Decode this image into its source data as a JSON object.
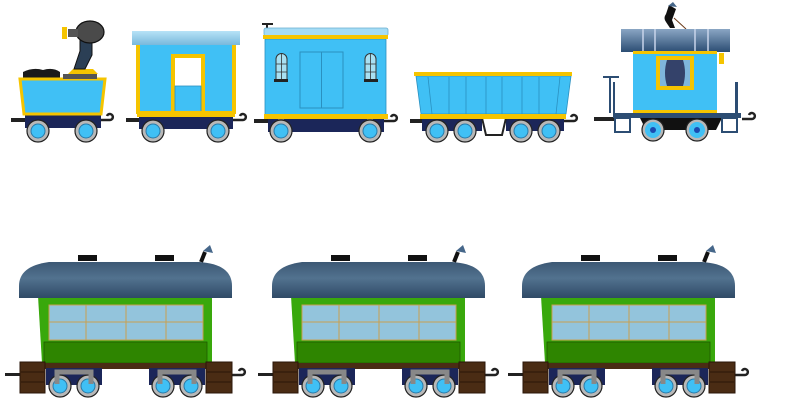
{
  "sprites": [
    {
      "id": "coal-tender-crane",
      "icon": "coal-crane-car-icon"
    },
    {
      "id": "open-door-boxcar",
      "icon": "boxcar-icon"
    },
    {
      "id": "windowed-boxcar",
      "icon": "boxcar-windows-icon"
    },
    {
      "id": "hopper-car",
      "icon": "hopper-car-icon"
    },
    {
      "id": "caboose",
      "icon": "caboose-icon"
    },
    {
      "id": "passenger-car-1",
      "icon": "passenger-car-icon"
    },
    {
      "id": "passenger-car-2",
      "icon": "passenger-car-icon"
    },
    {
      "id": "passenger-car-3",
      "icon": "passenger-car-icon"
    }
  ],
  "colors": {
    "body_blue": "#40c0f5",
    "trim_yellow": "#f5c400",
    "chassis_navy": "#1b2659",
    "wheel_gray": "#b8b8b8",
    "roof_slate": "#46678a",
    "passenger_green": "#39a80c",
    "passenger_dark_green": "#2e8500",
    "window_glass": "#93c4dc",
    "frame_brown": "#4a2c14"
  }
}
